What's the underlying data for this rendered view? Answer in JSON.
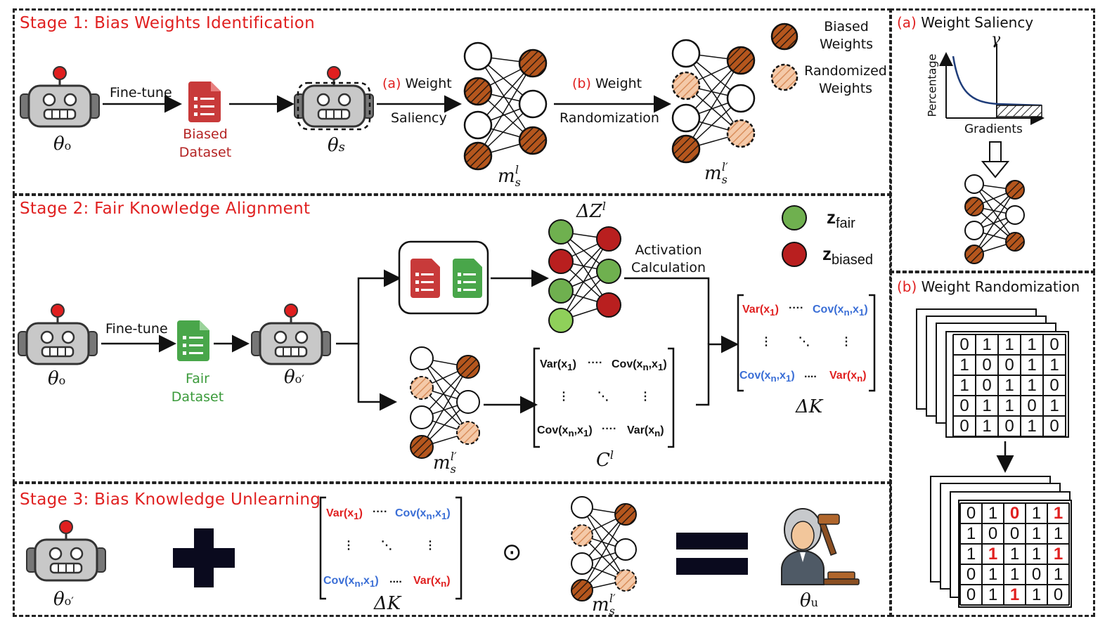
{
  "stage1": {
    "title": "Stage 1: Bias Weights Identification",
    "fine_tune": "Fine-tune",
    "dataset": [
      "Biased",
      "Dataset"
    ],
    "theta_o": "θo",
    "theta_s": "θs",
    "saliency_prefix": "(a)",
    "saliency_top": "Weight",
    "saliency_bottom": "Saliency",
    "random_prefix": "(b)",
    "random_top": "Weight",
    "random_bottom": "Randomization",
    "m_s_l": "msl",
    "m_s_l_prime": "msl′",
    "legend": {
      "biased": [
        "Biased",
        "Weights"
      ],
      "randomized": [
        "Randomized",
        "Weights"
      ]
    }
  },
  "stage2": {
    "title": "Stage 2: Fair Knowledge Alignment",
    "fine_tune": "Fine-tune",
    "dataset": [
      "Fair",
      "Dataset"
    ],
    "theta_o": "θo",
    "theta_o_prime": "θo′",
    "delta_z": "ΔZl",
    "activation": [
      "Activation",
      "Calculation"
    ],
    "c_l": "Cl",
    "delta_k": "ΔK",
    "m_s_l_prime": "msl′",
    "legend": {
      "fair": "fair",
      "biased": "biased",
      "z": "z"
    },
    "matrix": {
      "var1": "Var(x1)",
      "cov_n1": "Cov(xn,x1)",
      "cov_n1_b": "Cov(xn,x1)",
      "varn": "Var(xn)",
      "dots_h": "····",
      "dots_h2": "....",
      "dots_v": "⋮",
      "dots_d": "⋱"
    }
  },
  "stage3": {
    "title": "Stage 3: Bias Knowledge Unlearning",
    "theta_o_prime": "θo′",
    "delta_k": "ΔK",
    "m_s_l_prime": "msl′",
    "theta_u": "θu",
    "odot": "⊙"
  },
  "side_a": {
    "prefix": "(a)",
    "title": "Weight Saliency",
    "gamma": "γ",
    "ylabel": "Percentage",
    "xlabel": "Gradients"
  },
  "side_b": {
    "prefix": "(b)",
    "title": "Weight Randomization",
    "grid_top": [
      [
        "0",
        "1",
        "1",
        "1",
        "0"
      ],
      [
        "1",
        "0",
        "0",
        "1",
        "1"
      ],
      [
        "1",
        "0",
        "1",
        "1",
        "0"
      ],
      [
        "0",
        "1",
        "1",
        "0",
        "1"
      ],
      [
        "0",
        "1",
        "0",
        "1",
        "0"
      ]
    ],
    "grid_bottom": [
      [
        "0",
        "1",
        "0",
        "1",
        "1"
      ],
      [
        "1",
        "0",
        "0",
        "1",
        "1"
      ],
      [
        "1",
        "1",
        "1",
        "1",
        "1"
      ],
      [
        "0",
        "1",
        "1",
        "0",
        "1"
      ],
      [
        "0",
        "1",
        "1",
        "1",
        "0"
      ]
    ],
    "grid_bottom_red": [
      [
        false,
        false,
        true,
        false,
        true
      ],
      [
        false,
        false,
        false,
        false,
        false
      ],
      [
        false,
        true,
        false,
        false,
        true
      ],
      [
        false,
        false,
        false,
        false,
        false
      ],
      [
        false,
        false,
        true,
        false,
        false
      ]
    ]
  },
  "colors": {
    "title_red": "#e02020",
    "biased_brown": "#b5561d",
    "randomized_peach": "#f2c29f",
    "fair_green": "#6fb04f",
    "biased_red": "#b91f1f",
    "dataset_red": "#c83a3a",
    "dataset_green": "#49a64a"
  }
}
